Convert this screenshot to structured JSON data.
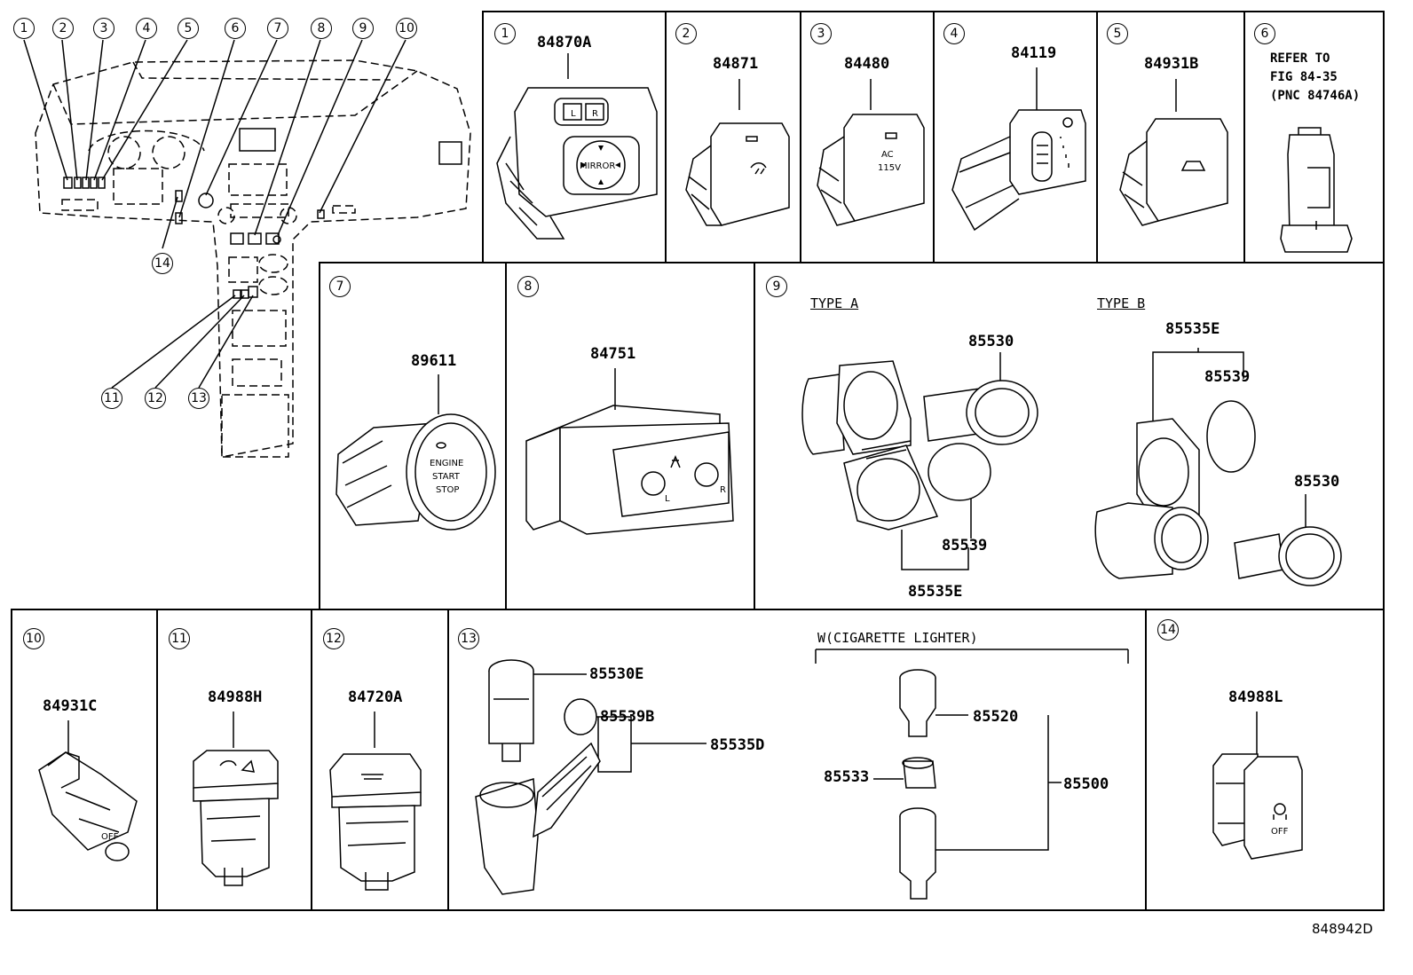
{
  "overview": {
    "callouts": [
      "1",
      "2",
      "3",
      "4",
      "5",
      "6",
      "7",
      "8",
      "9",
      "10",
      "11",
      "12",
      "13",
      "14"
    ]
  },
  "cells": {
    "c1": {
      "num": "1",
      "parts": [
        "84870A"
      ],
      "face": {
        "mirror": "MIRROR",
        "l": "L",
        "r": "R"
      }
    },
    "c2": {
      "num": "2",
      "parts": [
        "84871"
      ]
    },
    "c3": {
      "num": "3",
      "parts": [
        "84480"
      ],
      "face": {
        "ac": "AC",
        "volt": "115V"
      }
    },
    "c4": {
      "num": "4",
      "parts": [
        "84119"
      ]
    },
    "c5": {
      "num": "5",
      "parts": [
        "84931B"
      ]
    },
    "c6": {
      "num": "6",
      "refer": [
        "REFER TO",
        "FIG 84-35",
        "(PNC 84746A)"
      ]
    },
    "c7": {
      "num": "7",
      "parts": [
        "89611"
      ],
      "face": {
        "engine": "ENGINE",
        "start": "START",
        "stop": "STOP"
      }
    },
    "c8": {
      "num": "8",
      "parts": [
        "84751"
      ],
      "face": {
        "l": "L",
        "r": "R"
      }
    },
    "c9": {
      "num": "9",
      "type_a": "TYPE A",
      "type_b": "TYPE B",
      "parts_a": [
        "85530",
        "85539",
        "85535E"
      ],
      "parts_b": [
        "85535E",
        "85539",
        "85530"
      ]
    },
    "c10": {
      "num": "10",
      "parts": [
        "84931C"
      ],
      "face": {
        "off": "OFF"
      }
    },
    "c11": {
      "num": "11",
      "parts": [
        "84988H"
      ]
    },
    "c12": {
      "num": "12",
      "parts": [
        "84720A"
      ]
    },
    "c13": {
      "num": "13",
      "parts": [
        "85530E",
        "85539B",
        "85535D"
      ],
      "w_label": "W(CIGARETTE LIGHTER)",
      "parts_w": [
        "85520",
        "85533",
        "85500"
      ]
    },
    "c14": {
      "num": "14",
      "parts": [
        "84988L"
      ],
      "face": {
        "off": "OFF"
      }
    }
  },
  "figure_code": "848942D"
}
